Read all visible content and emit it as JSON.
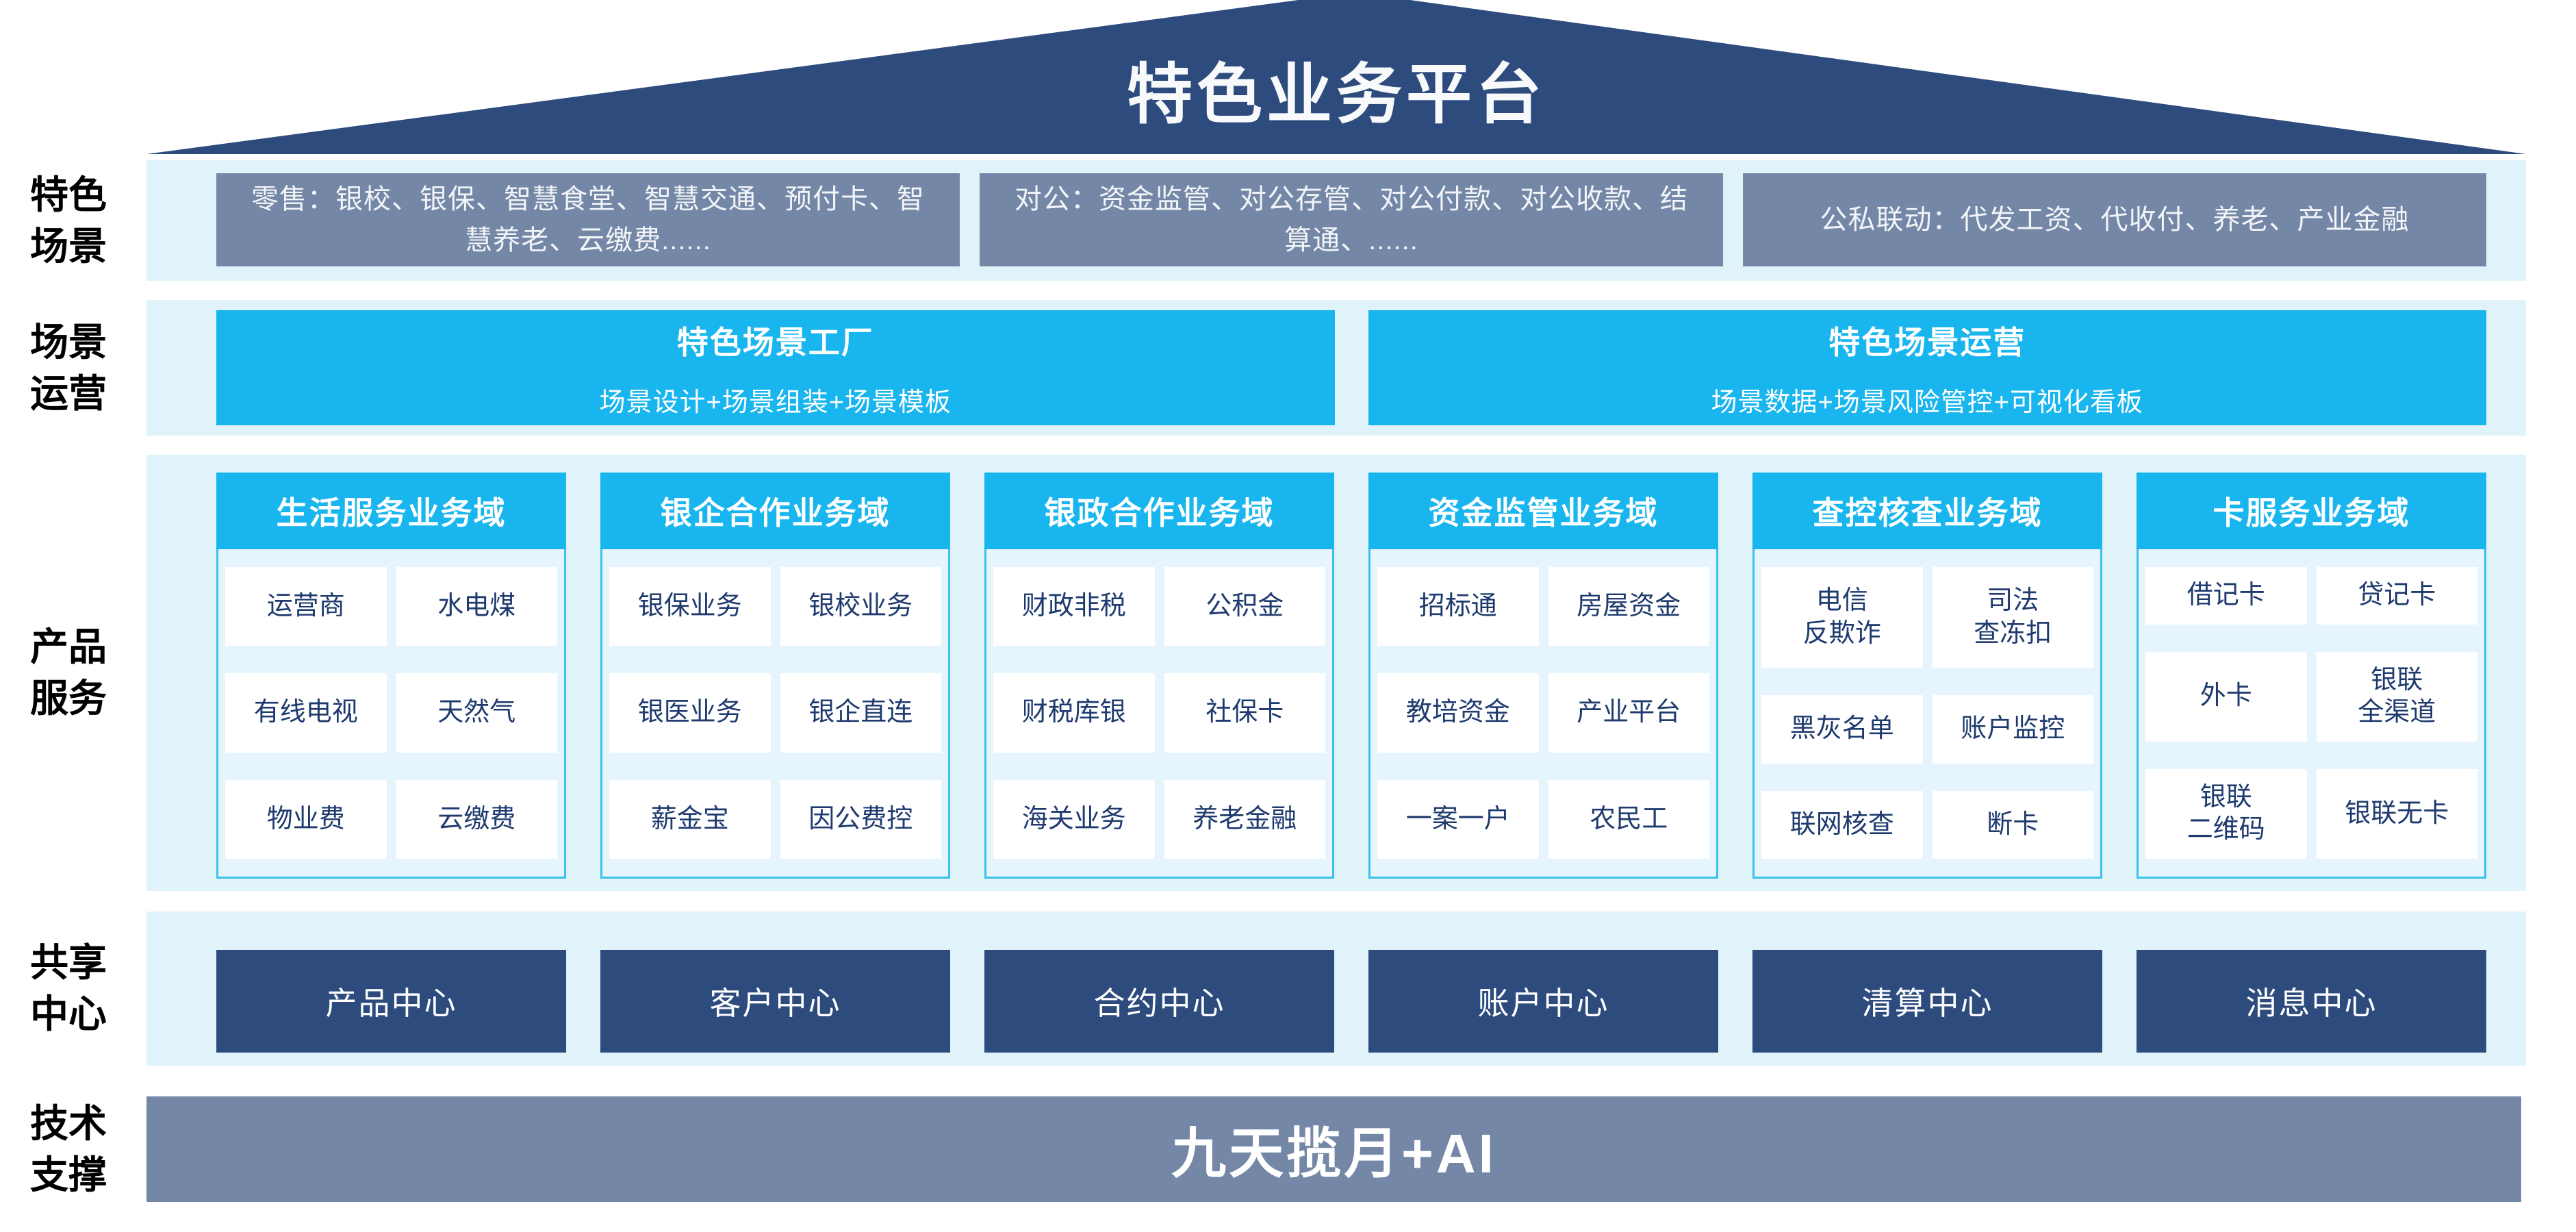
{
  "colors": {
    "navy": "#2E4B7E",
    "steel_blue": "#7487A6",
    "band_light_blue": "#E0F3FB",
    "cyan": "#18B5EF",
    "cell_text_navy": "#1E3A6E",
    "column_body_bg": "#E6F5FD",
    "column_border": "#3CC0EE"
  },
  "roof": {
    "title": "特色业务平台"
  },
  "sections": {
    "scenes": {
      "label_line1": "特色",
      "label_line2": "场景",
      "box1": "零售：银校、银保、智慧食堂、智慧交通、预付卡、智慧养老、云缴费......",
      "box2": "对公：资金监管、对公存管、对公付款、对公收款、结算通、......",
      "box3": "公私联动：代发工资、代收付、养老、产业金融"
    },
    "operations": {
      "label_line1": "场景",
      "label_line2": "运营",
      "box1_title": "特色场景工厂",
      "box1_subtitle": "场景设计+场景组装+场景模板",
      "box2_title": "特色场景运营",
      "box2_subtitle": "场景数据+场景风险管控+可视化看板"
    },
    "products": {
      "label_line1": "产品",
      "label_line2": "服务",
      "columns": [
        {
          "header": "生活服务业务域",
          "cells": [
            "运营商",
            "水电煤",
            "有线电视",
            "天然气",
            "物业费",
            "云缴费"
          ]
        },
        {
          "header": "银企合作业务域",
          "cells": [
            "银保业务",
            "银校业务",
            "银医业务",
            "银企直连",
            "薪金宝",
            "因公费控"
          ]
        },
        {
          "header": "银政合作业务域",
          "cells": [
            "财政非税",
            "公积金",
            "财税库银",
            "社保卡",
            "海关业务",
            "养老金融"
          ]
        },
        {
          "header": "资金监管业务域",
          "cells": [
            "招标通",
            "房屋资金",
            "教培资金",
            "产业平台",
            "一案一户",
            "农民工"
          ]
        },
        {
          "header": "查控核查业务域",
          "cells": [
            "电信\n反欺诈",
            "司法\n查冻扣",
            "黑灰名单",
            "账户监控",
            "联网核查",
            "断卡"
          ]
        },
        {
          "header": "卡服务业务域",
          "cells": [
            "借记卡",
            "贷记卡",
            "外卡",
            "银联\n全渠道",
            "银联\n二维码",
            "银联无卡"
          ]
        }
      ]
    },
    "shared": {
      "label_line1": "共享",
      "label_line2": "中心",
      "centers": [
        "产品中心",
        "客户中心",
        "合约中心",
        "账户中心",
        "清算中心",
        "消息中心"
      ]
    },
    "tech": {
      "label_line1": "技术",
      "label_line2": "支撑",
      "title": "九天揽月+AI"
    }
  }
}
